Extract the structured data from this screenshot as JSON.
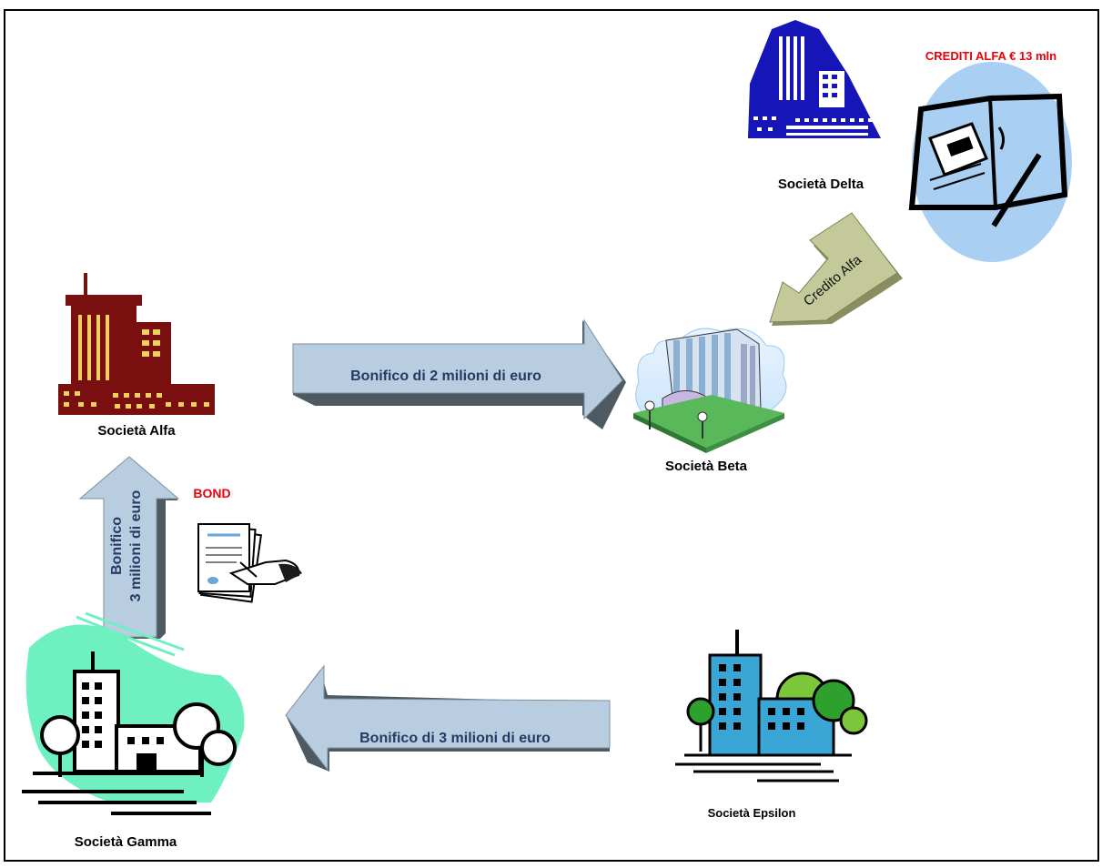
{
  "companies": {
    "alfa": "Società Alfa",
    "beta": "Società Beta",
    "gamma": "Società Gamma",
    "delta": "Società Delta",
    "epsilon": "Società Epsilon"
  },
  "arrows": {
    "alfa_to_beta": "Bonifico  di 2 milioni di euro",
    "epsilon_to_gamma": "Bonifico di 3 milioni di euro",
    "gamma_to_alfa_line1": "Bonifico",
    "gamma_to_alfa_line2": "3 milioni di euro",
    "delta_to_beta": "Credito Alfa"
  },
  "labels": {
    "bond": "BOND",
    "crediti": "CREDITI ALFA € 13 mln"
  },
  "colors": {
    "alfa_building": "#7a0f0f",
    "delta_building": "#1515b8",
    "arrow_blue": "#b8cde0",
    "arrow_olive": "#c4c99a",
    "highlight_red": "#e8000b",
    "gamma_bg": "#6ff0c0",
    "epsilon_building": "#3aa6d6",
    "tree_green": "#2ea02e"
  }
}
